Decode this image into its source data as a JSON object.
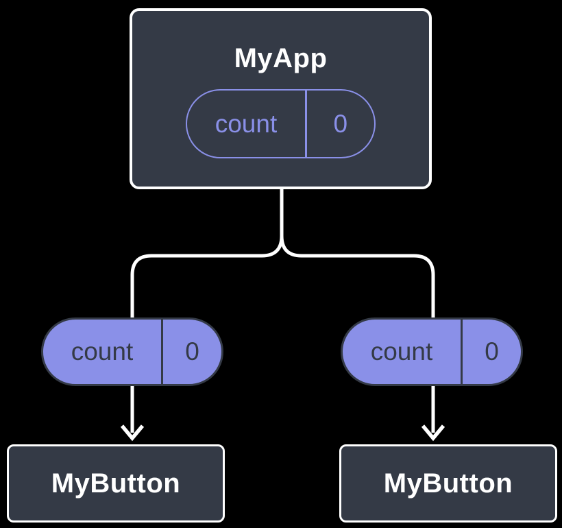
{
  "colors": {
    "background": "#000000",
    "node_fill": "#343A46",
    "node_border": "#FFFFFF",
    "node_text": "#FFFFFF",
    "accent": "#8A90E8",
    "state_text_on_accent": "#343A46",
    "connector": "#FFFFFF"
  },
  "diagram": {
    "root": {
      "title": "MyApp",
      "state": {
        "name": "count",
        "value": "0"
      }
    },
    "children": [
      {
        "title": "MyButton",
        "state": {
          "name": "count",
          "value": "0"
        }
      },
      {
        "title": "MyButton",
        "state": {
          "name": "count",
          "value": "0"
        }
      }
    ]
  }
}
